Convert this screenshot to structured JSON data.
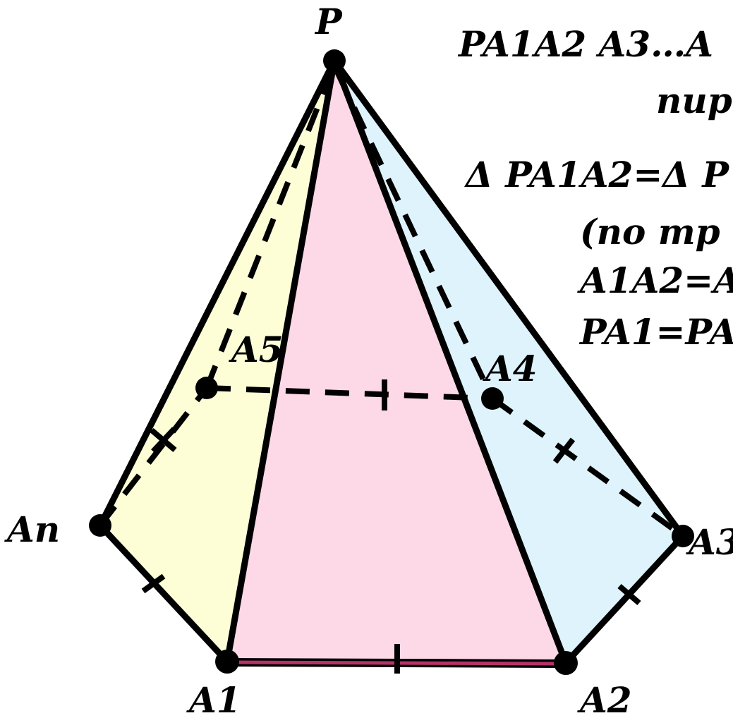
{
  "diagram": {
    "colors": {
      "left_face": "#fdfdd6",
      "front_face": "#fdd8e7",
      "right_face": "#def3fc",
      "base_edge": "#b5336a",
      "stroke": "#000000"
    },
    "vertex_labels": {
      "apex": "P",
      "a1": "A1",
      "a2": "A2",
      "a3": "A3",
      "a4": "A4",
      "a5": "A5",
      "an": "An"
    },
    "text_lines": {
      "line1": "PA1A2 A3…A",
      "line2": "nup",
      "line3": "Δ PA1A2=Δ P",
      "line4": "(no mp",
      "line5": "A1A2=A",
      "line6": "PA1=PA"
    }
  }
}
